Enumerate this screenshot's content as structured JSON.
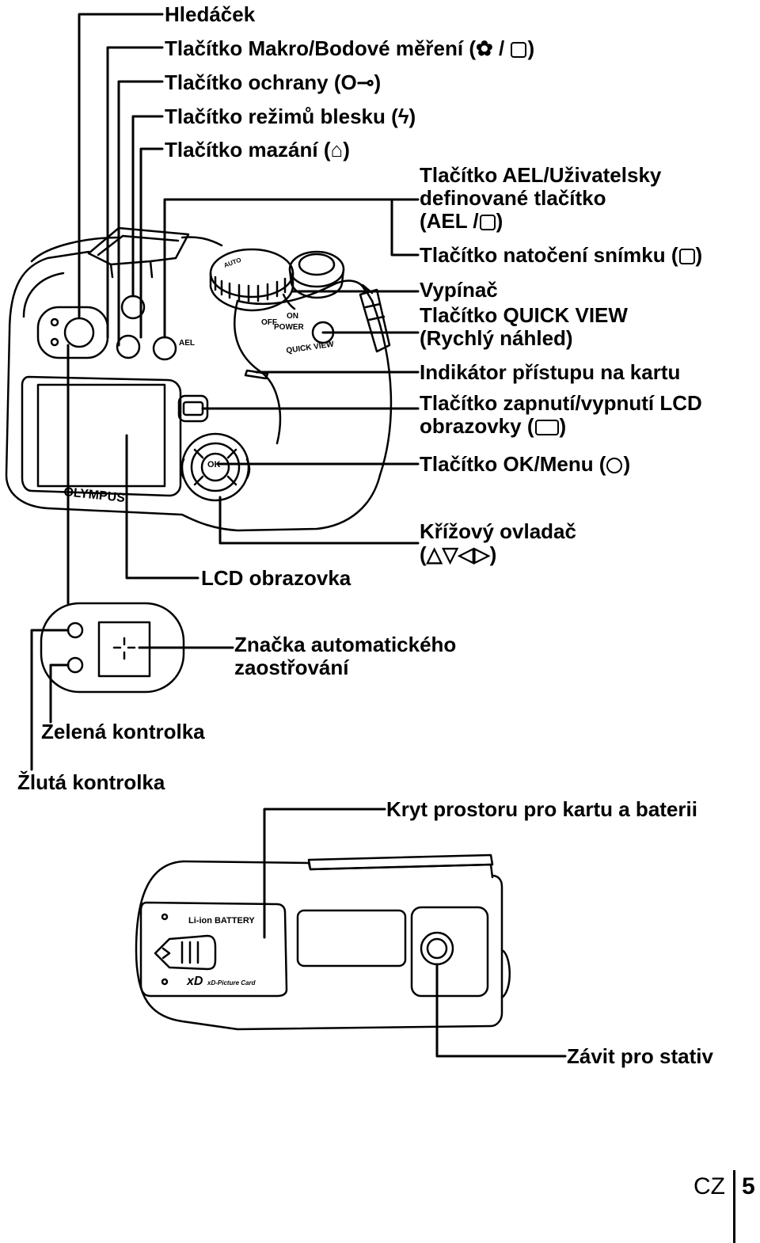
{
  "labels": {
    "viewfinder": "Hledáček",
    "macro": "Tlačítko Makro/Bodové měření (",
    "macro_end": ")",
    "protect": "Tlačítko ochrany (",
    "protect_end": ")",
    "flash": "Tlačítko režimů blesku (",
    "flash_end": ")",
    "erase": "Tlačítko mazání (",
    "erase_end": ")",
    "ael": "Tlačítko AEL/Uživatelsky definované tlačítko",
    "ael_symbol": "(AEL /",
    "ael_end": ")",
    "rotate": "Tlačítko natočení snímku (",
    "rotate_end": ")",
    "power_switch": "Vypínač",
    "quickview": "Tlačítko QUICK VIEW (Rychlý náhled)",
    "card_access": "Indikátor přístupu na kartu",
    "lcd_button": "Tlačítko zapnutí/vypnutí LCD obrazovky (",
    "lcd_button_end": ")",
    "ok_menu": "Tlačítko OK/Menu (",
    "ok_menu_end": ")",
    "arrow_pad": "Křížový ovladač",
    "arrow_pad_symbols": "(",
    "arrow_pad_end": ")",
    "lcd_monitor": "LCD obrazovka",
    "af_mark": "Značka automatického zaostřování",
    "green_lamp": "Zelená kontrolka",
    "orange_lamp": "Žlutá kontrolka",
    "battery_cover": "Kryt prostoru pro kartu a baterii",
    "tripod": "Závit pro stativ"
  },
  "camera_markings": {
    "brand": "OLYMPUS",
    "off": "OFF",
    "on": "ON",
    "power": "POWER",
    "quick_view": "QUICK VIEW",
    "ael": "AEL",
    "ok": "OK",
    "battery_text": "Li-ion BATTERY",
    "xd": "xD",
    "xd_card": "xD-Picture Card",
    "auto": "AUTO"
  },
  "footer": {
    "lang": "CZ",
    "page": "5"
  }
}
